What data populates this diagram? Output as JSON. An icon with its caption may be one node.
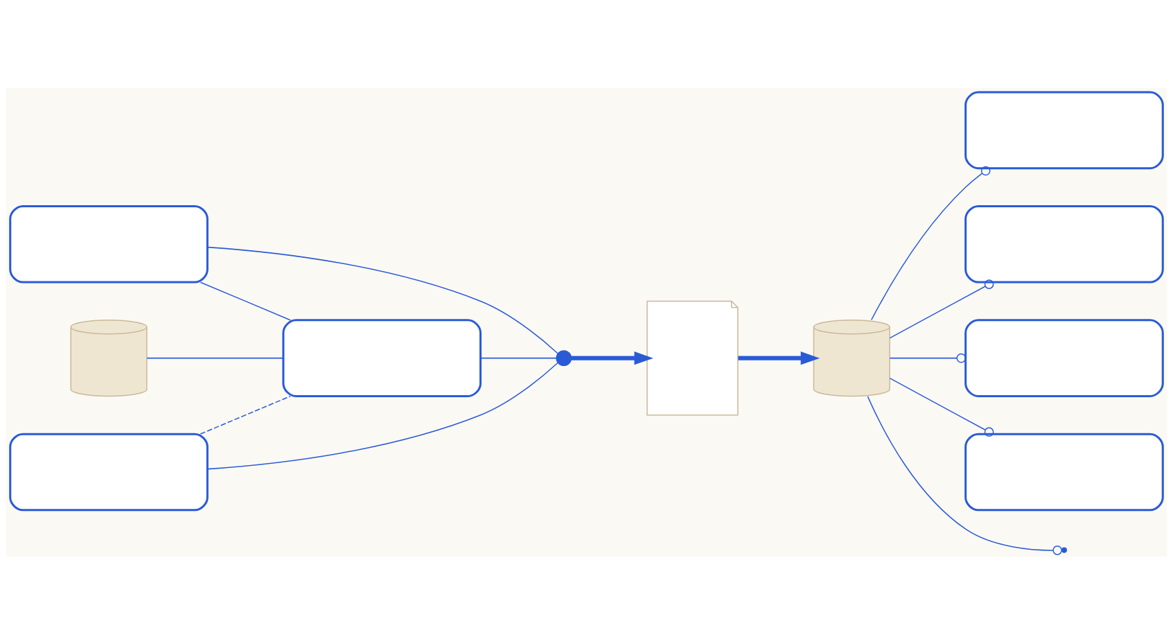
{
  "diagram": {
    "nodes": [
      {
        "text": [],
        "shape": "box"
      },
      {
        "text": [],
        "shape": "cylinder"
      },
      {
        "text": [],
        "shape": "box"
      },
      {
        "text": [],
        "shape": "box"
      },
      {
        "text": [],
        "shape": "circle"
      },
      {
        "text": [],
        "shape": "document"
      },
      {
        "text": [],
        "shape": "cylinder"
      },
      {
        "text": [],
        "shape": "box"
      },
      {
        "text": [],
        "shape": "box"
      },
      {
        "text": [],
        "shape": "box"
      },
      {
        "text": [],
        "shape": "box"
      }
    ],
    "edges": [
      {
        "from": 0,
        "to": 4,
        "arrow": "none"
      },
      {
        "from": 0,
        "to": 2,
        "arrow": "none"
      },
      {
        "from": 1,
        "to": 2,
        "arrow": "none"
      },
      {
        "from": 2,
        "to": 4,
        "arrow": "none"
      },
      {
        "from": 3,
        "to": 2,
        "arrow": "none",
        "style": "dashed"
      },
      {
        "from": 3,
        "to": 4,
        "arrow": "none"
      },
      {
        "from": 4,
        "to": 5,
        "arrow": "to",
        "style": "thick"
      },
      {
        "from": 5,
        "to": 6,
        "arrow": "to",
        "style": "thick"
      },
      {
        "from": 6,
        "to": 7,
        "arrow": "other"
      },
      {
        "from": 6,
        "to": 8,
        "arrow": "other"
      },
      {
        "from": 6,
        "to": 9,
        "arrow": "other"
      },
      {
        "from": 6,
        "to": 10,
        "arrow": "other"
      },
      {
        "from": 6,
        "to": null,
        "arrow": "other"
      }
    ]
  }
}
